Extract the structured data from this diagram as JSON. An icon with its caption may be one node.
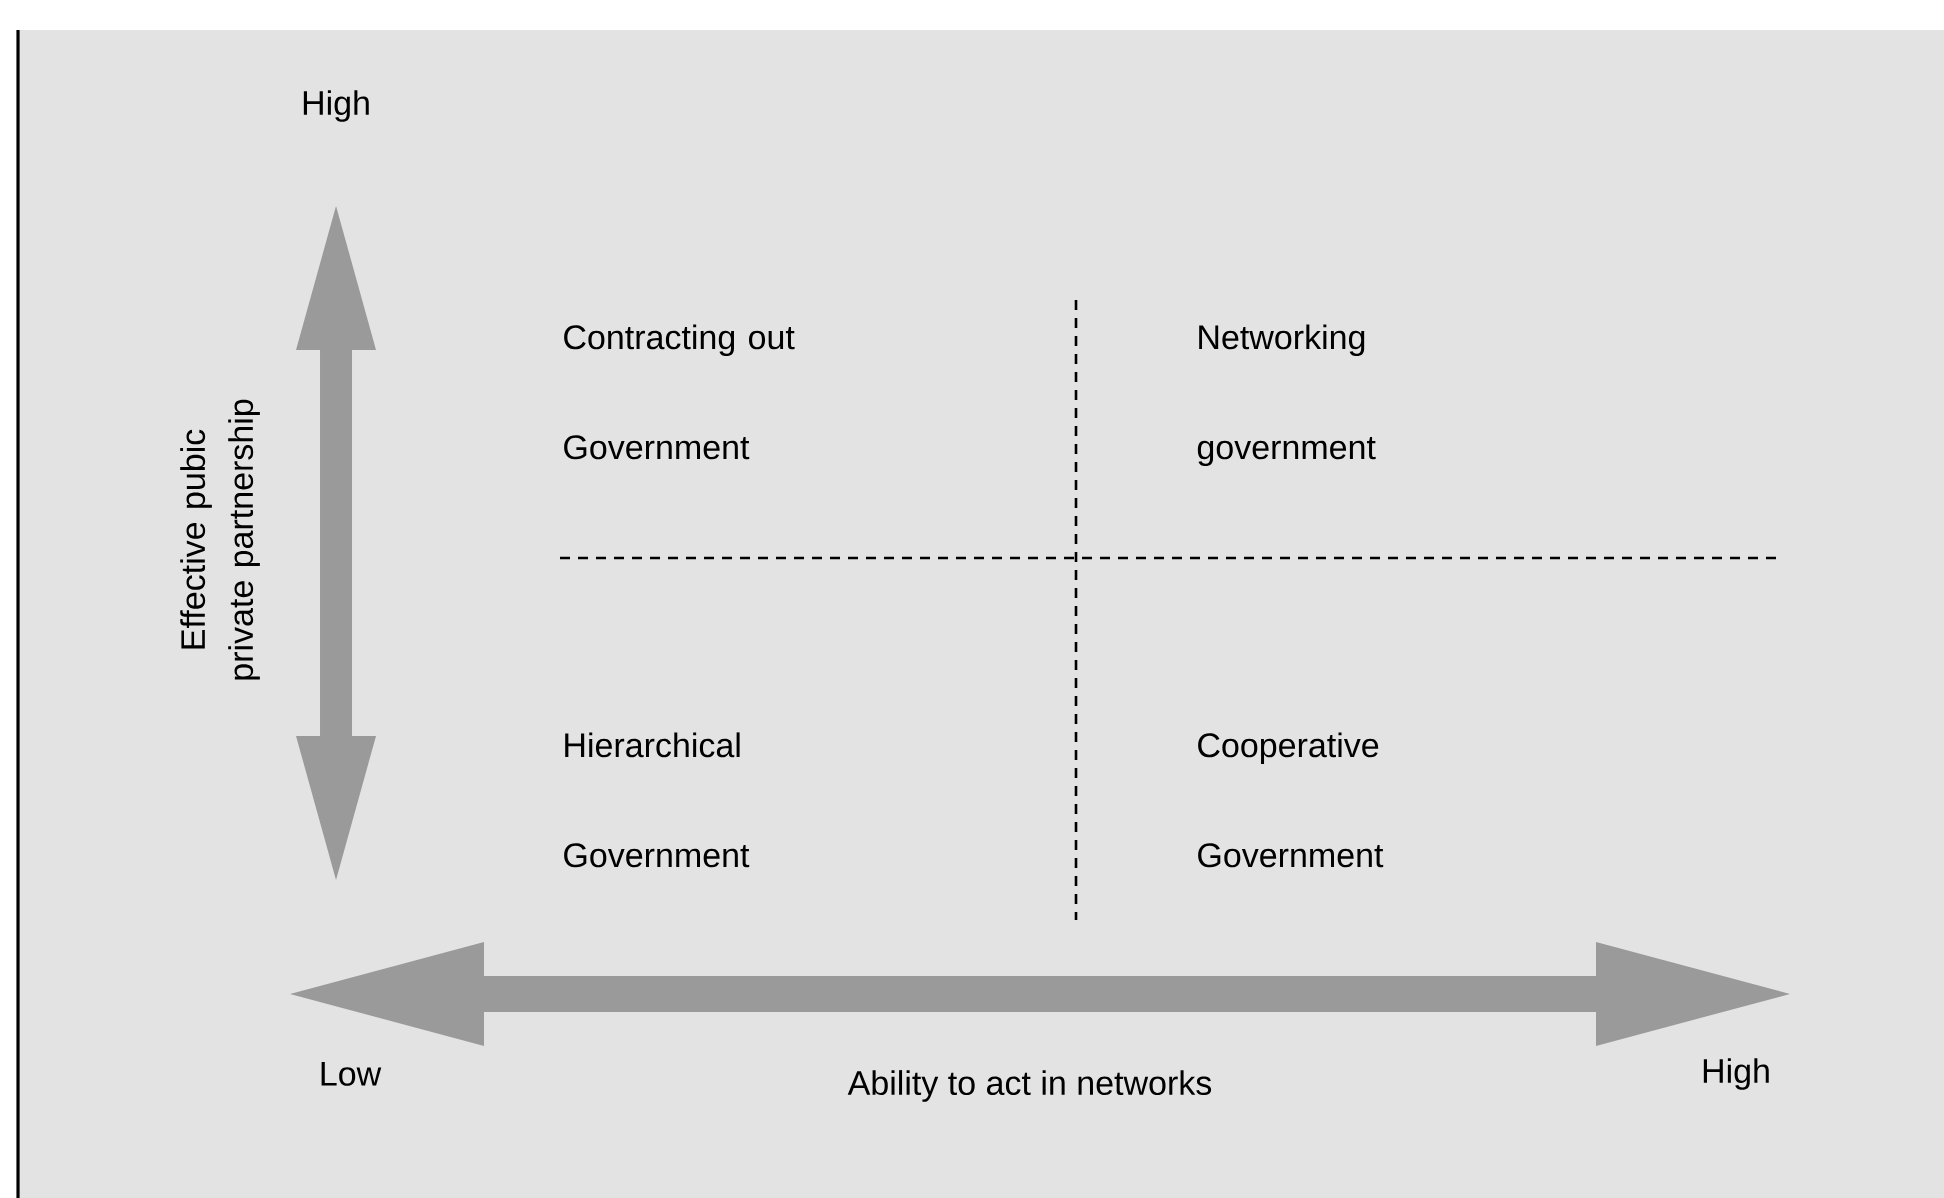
{
  "diagram": {
    "labels": [
      "High",
      "Effective pubic private partnership",
      "Contracting out Government",
      "Networking government",
      "Hierarchical Government",
      "Cooperative Government",
      "Low",
      "Ability to act in networks",
      "High"
    ]
  }
}
